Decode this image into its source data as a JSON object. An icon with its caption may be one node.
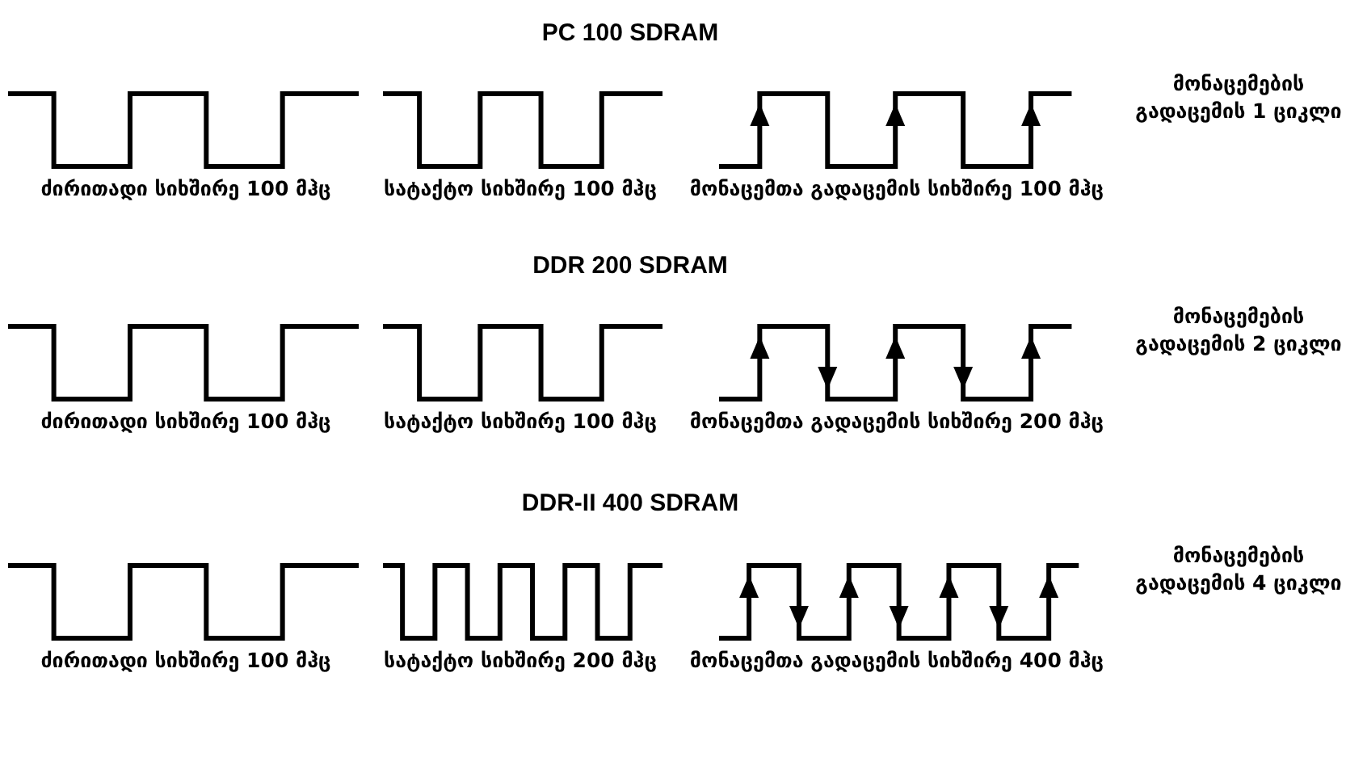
{
  "diagram": {
    "labels": [
      "PC 100 SDRAM",
      "ძირითადი სიხშირე 100 მჰც",
      "სატაქტო სიხშირე 100 მჰც",
      "მონაცემთა გადაცემის სიხშირე 100 მჰც",
      "მონაცემების გადაცემის 1 ციკლი",
      "DDR 200 SDRAM",
      "ძირითადი სიხშირე 100 მჰც",
      "სატაქტო სიხშირე 100 მჰც",
      "მონაცემთა გადაცემის სიხშირე 200 მჰც",
      "მონაცემების გადაცემის 2 ციკლი",
      "DDR-II 400 SDRAM",
      "ძირითადი სიხშირე 100 მჰც",
      "სატაქტო სიხშირე 200 მჰც",
      "მონაცემთა გადაცემის სიხშირე 400 მჰც",
      "მონაცემების გადაცემის 4 ციკლი"
    ]
  }
}
